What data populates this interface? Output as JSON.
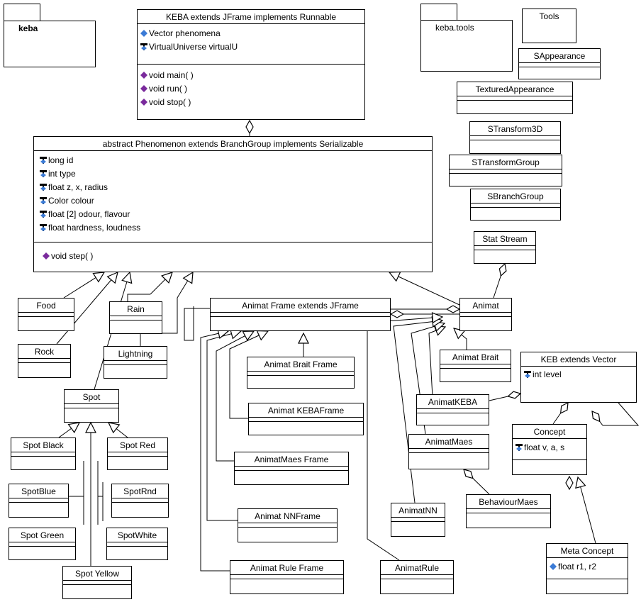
{
  "packages": {
    "keba": "keba",
    "keba_tools": "keba.tools"
  },
  "keba_class": {
    "title": "KEBA extends JFrame implements Runnable",
    "attributes": [
      "Vector phenomena",
      "VirtualUniverse virtualU"
    ],
    "methods": [
      "void main( )",
      "void run( )",
      "void stop( )"
    ]
  },
  "phenomenon": {
    "title": "abstract Phenomenon extends BranchGroup implements Serializable",
    "attributes": [
      "long id",
      "int type",
      "float z, x, radius",
      "Color colour",
      "float [2] odour, flavour",
      "float hardness, loudness"
    ],
    "methods": [
      "void step( )"
    ]
  },
  "tools": {
    "tools": "Tools",
    "sappearance": "SAppearance",
    "textured": "TexturedAppearance",
    "stransform3d": "STransform3D",
    "stransformgroup": "STransformGroup",
    "sbranchgroup": "SBranchGroup"
  },
  "classes": {
    "statstream": "Stat Stream",
    "food": "Food",
    "rain": "Rain",
    "rock": "Rock",
    "lightning": "Lightning",
    "spot": "Spot",
    "spotblack": "Spot Black",
    "spotred": "Spot Red",
    "spotblue": "SpotBlue",
    "spotrnd": "SpotRnd",
    "spotgreen": "Spot Green",
    "spotwhite": "SpotWhite",
    "spotyellow": "Spot Yellow",
    "animatframe": "Animat Frame extends JFrame",
    "animat": "Animat",
    "animatbrait": "Animat Brait",
    "animatbraitframe": "Animat Brait Frame",
    "animatkebaframe": "Animat KEBAFrame",
    "animatmaesframe": "AnimatMaes Frame",
    "animatnnframe": "Animat NNFrame",
    "animatruleframe": "Animat Rule Frame",
    "animatkeba": "AnimatKEBA",
    "animatmaes": "AnimatMaes",
    "animatnn": "AnimatNN",
    "animatrule": "AnimatRule",
    "behaviourmaes": "BehaviourMaes"
  },
  "keb": {
    "title": "KEB extends Vector",
    "attributes": [
      "int level"
    ]
  },
  "concept": {
    "title": "Concept",
    "attributes": [
      "float v, a, s"
    ]
  },
  "metaconcept": {
    "title": "Meta Concept",
    "attributes": [
      "float r1, r2"
    ]
  },
  "colors": {
    "method_icon": "#7a2a9c",
    "attr_icon": "#3b7bd6"
  }
}
